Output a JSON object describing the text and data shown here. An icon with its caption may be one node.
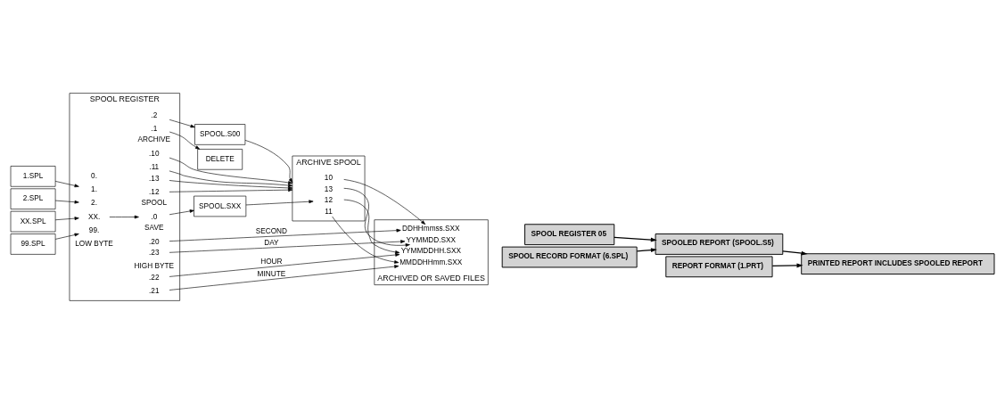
{
  "diagram": {
    "nodes": [
      {
        "text": [
          "1.SPL"
        ]
      },
      {
        "text": [
          "2.SPL"
        ]
      },
      {
        "text": [
          "XX.SPL"
        ]
      },
      {
        "text": [
          "99.SPL"
        ]
      },
      {
        "text": [
          "SPOOL REGISTER"
        ]
      },
      {
        "text": [
          "1."
        ],
        "in": 4
      },
      {
        "text": [
          "2."
        ],
        "in": 4
      },
      {
        "text": [
          "XX."
        ],
        "in": 4
      },
      {
        "text": [
          "99."
        ],
        "in": 4
      },
      {
        "text": [
          ".0"
        ],
        "in": 4
      },
      {
        "text": [
          ".1"
        ],
        "in": 4
      },
      {
        "text": [
          ".2"
        ],
        "in": 4
      },
      {
        "text": [
          ".10"
        ],
        "in": 4
      },
      {
        "text": [
          ".11"
        ],
        "in": 4
      },
      {
        "text": [
          ".12"
        ],
        "in": 4
      },
      {
        "text": [
          ".13"
        ],
        "in": 4
      },
      {
        "text": [
          ".20"
        ],
        "in": 4
      },
      {
        "text": [
          ".21"
        ],
        "in": 4
      },
      {
        "text": [
          ".22"
        ],
        "in": 4
      },
      {
        "text": [
          ".23"
        ],
        "in": 4
      },
      {
        "text": [
          "SPOOL.SXX"
        ]
      },
      {
        "text": [
          "DELETE"
        ]
      },
      {
        "text": [
          "SPOOL.S00"
        ]
      },
      {
        "text": [
          "ARCHIVE SPOOL"
        ]
      },
      {
        "text": [
          "13"
        ],
        "in": 23
      },
      {
        "text": [
          "12"
        ],
        "in": 23
      },
      {
        "text": [
          "11"
        ],
        "in": 23
      },
      {
        "text": [
          "10"
        ],
        "in": 23
      },
      {
        "text": [
          "ARCHIVED OR SAVED FILES"
        ]
      },
      {
        "text": [
          "DDHHmmss.SXX"
        ],
        "in": 28
      },
      {
        "text": [
          "MMDDHHmm.SXX"
        ],
        "in": 28
      },
      {
        "text": [
          "YYMMDDHH.SXX"
        ],
        "in": 28
      },
      {
        "text": [
          "YYMMDD.SXX"
        ],
        "in": 28
      },
      {
        "text": [
          "SPOOL RECORD FORMAT (6.SPL)"
        ]
      },
      {
        "text": [
          "REPORT FORMAT (1.PRT)"
        ]
      },
      {
        "text": [
          "SPOOLED REPORT (SPOOL.S5)"
        ]
      },
      {
        "text": [
          "SPOOL REGISTER 05"
        ]
      },
      {
        "text": [
          "PRINTED REPORT INCLUDES SPOOLED REPORT"
        ]
      }
    ],
    "edges": [
      {
        "from": 0,
        "to": 5,
        "arrow": "to"
      },
      {
        "from": 1,
        "to": 6,
        "arrow": "to"
      },
      {
        "from": 2,
        "to": 7,
        "arrow": "to"
      },
      {
        "from": 3,
        "to": 8,
        "arrow": "to"
      },
      {
        "from": 7,
        "to": 9,
        "arrow": "to"
      },
      {
        "from": 9,
        "to": 20,
        "arrow": "to"
      },
      {
        "from": 10,
        "to": 21,
        "arrow": "to"
      },
      {
        "from": 11,
        "to": 22,
        "arrow": "to"
      },
      {
        "from": 12,
        "to": 23,
        "arrow": "to"
      },
      {
        "from": 13,
        "to": 23,
        "arrow": "to"
      },
      {
        "from": 14,
        "to": 23,
        "arrow": "to"
      },
      {
        "from": 15,
        "to": 23,
        "arrow": "to"
      },
      {
        "from": 22,
        "to": 23,
        "arrow": "to"
      },
      {
        "from": 20,
        "to": 25,
        "arrow": "to"
      },
      {
        "from": 16,
        "to": 29,
        "label": "SECOND",
        "arrow": "to"
      },
      {
        "from": 17,
        "to": 30,
        "label": "MINUTE",
        "arrow": "to"
      },
      {
        "from": 18,
        "to": 31,
        "label": "HOUR",
        "arrow": "to"
      },
      {
        "from": 19,
        "to": 32,
        "label": "DAY",
        "arrow": "to"
      },
      {
        "from": 24,
        "to": 32,
        "arrow": "to"
      },
      {
        "from": 25,
        "to": 31,
        "arrow": "to"
      },
      {
        "from": 26,
        "to": 30,
        "arrow": "to"
      },
      {
        "from": 27,
        "to": 29,
        "arrow": "to"
      },
      {
        "from": 33,
        "to": 35,
        "arrow": "to"
      },
      {
        "from": 36,
        "to": 35,
        "arrow": "to"
      },
      {
        "from": 34,
        "to": 37,
        "arrow": "to"
      },
      {
        "from": 35,
        "to": 37,
        "arrow": "to"
      }
    ],
    "labels": [
      "0.",
      "SPOOL",
      "ARCHIVE",
      "SAVE",
      "LOW BYTE",
      "HIGH BYTE"
    ]
  }
}
